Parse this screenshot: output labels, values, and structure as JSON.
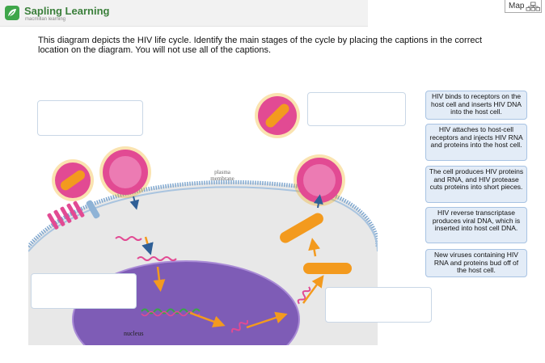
{
  "header": {
    "brand_name": "Sapling Learning",
    "brand_sub": "macmillan learning",
    "map_label": "Map"
  },
  "instructions": "This diagram depicts the HIV life cycle. Identify the main stages of the cycle by placing the captions in the correct location on the diagram. You will not use all of the captions.",
  "diagram": {
    "membrane_label_line1": "plasma",
    "membrane_label_line2": "membrane",
    "nucleus_label": "nucleus"
  },
  "captions": [
    "HIV binds to receptors on the host cell and inserts HIV DNA into the host cell.",
    "HIV attaches to host-cell receptors and injects HIV RNA and proteins into the host cell.",
    "The cell produces HIV proteins and RNA, and HIV protease cuts proteins into short pieces.",
    "HIV reverse transcriptase produces viral DNA, which is inserted into host cell DNA.",
    "New viruses containing HIV RNA and proteins bud off of the host cell."
  ],
  "colors": {
    "brand_green": "#3fa64a",
    "cytoplasm": "#e6e6e6",
    "nucleus": "#7f5fb8",
    "virus": "#e24a93",
    "virus_spikes": "#f2b01e",
    "arrow": "#f39a1e",
    "caption_bg": "#e3ecf7",
    "caption_border": "#a8c3e3"
  }
}
